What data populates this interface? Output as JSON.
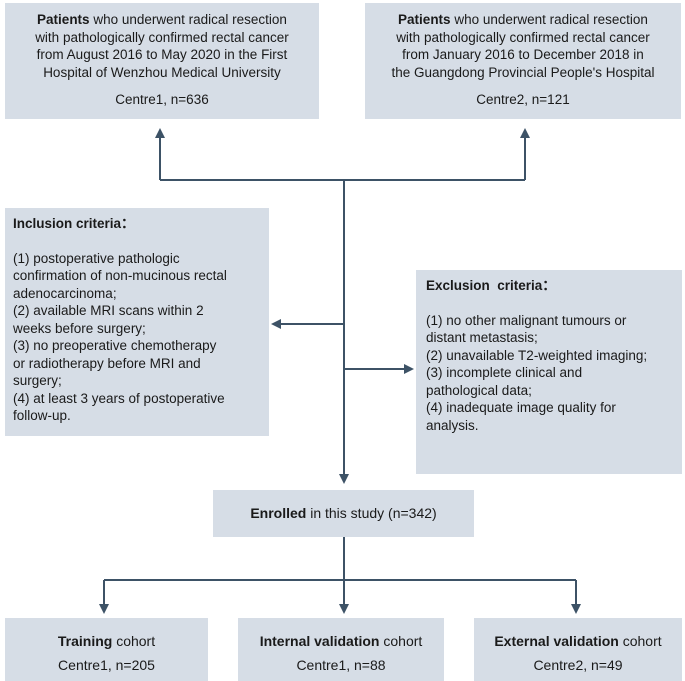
{
  "source_left": {
    "bold": "Patients",
    "lines": [
      " who underwent radical resection",
      "with pathologically confirmed rectal cancer",
      "from August 2016 to May 2020 in the First",
      "Hospital of Wenzhou Medical University"
    ],
    "count": "Centre1, n=636"
  },
  "source_right": {
    "bold": "Patients",
    "lines": [
      " who underwent radical resection",
      "with pathologically confirmed rectal cancer",
      "from January 2016 to December 2018 in",
      "the Guangdong Provincial People's Hospital"
    ],
    "count": "Centre2, n=121"
  },
  "inclusion": {
    "title": "Inclusion criteria：",
    "lines": [
      "(1) postoperative pathologic",
      "confirmation of non-mucinous rectal",
      "adenocarcinoma;",
      "(2) available MRI scans within 2",
      "weeks before surgery;",
      "(3) no preoperative chemotherapy",
      "or radiotherapy before MRI and",
      "surgery;",
      "(4) at least 3 years of postoperative",
      "follow-up."
    ]
  },
  "exclusion": {
    "title": "Exclusion  criteria：",
    "lines": [
      "(1) no other malignant tumours or",
      "distant metastasis;",
      "(2) unavailable T2-weighted imaging;",
      "(3) incomplete clinical and",
      "pathological data;",
      "(4) inadequate image quality for",
      "analysis."
    ]
  },
  "enrolled": {
    "bold": "Enrolled",
    "rest": " in this study (n=342)"
  },
  "cohorts": [
    {
      "bold": "Training",
      "rest": " cohort",
      "count": "Centre1, n=205"
    },
    {
      "bold": "Internal validation",
      "rest": " cohort",
      "count": "Centre1, n=88"
    },
    {
      "bold": "External validation",
      "rest": " cohort",
      "count": "Centre2, n=49"
    }
  ],
  "colors": {
    "box": "#d6dde6",
    "line": "#3d5266"
  }
}
